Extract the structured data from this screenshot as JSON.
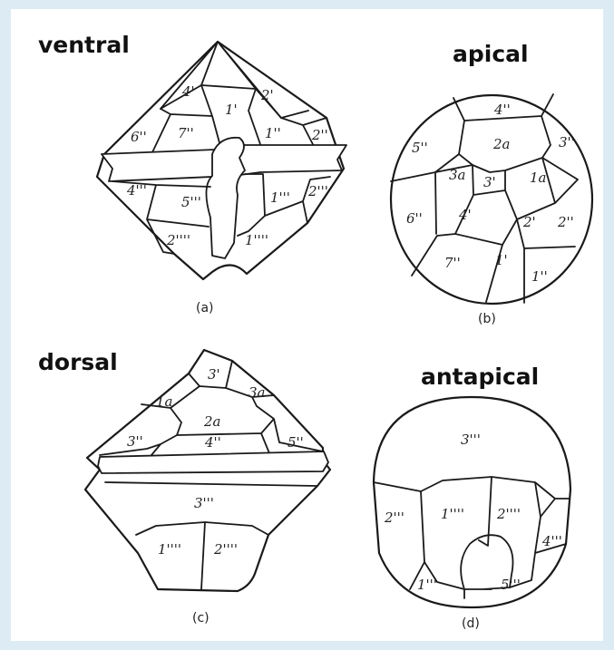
{
  "views": {
    "ventral": {
      "title": "ventral",
      "caption": "(a)",
      "plates": [
        "4'",
        "1'",
        "2'",
        "6''",
        "7''",
        "1''",
        "2''",
        "4'''",
        "5'''",
        "1'''",
        "2'''",
        "2''''",
        "1''''"
      ]
    },
    "apical": {
      "title": "apical",
      "caption": "(b)",
      "plates": [
        "4''",
        "5''",
        "2a",
        "3''",
        "3a",
        "3'",
        "1a",
        "6''",
        "4'",
        "2'",
        "2''",
        "7''",
        "1'",
        "1''"
      ]
    },
    "dorsal": {
      "title": "dorsal",
      "caption": "(c)",
      "plates": [
        "3'",
        "1a",
        "3a",
        "2a",
        "3''",
        "4''",
        "5''",
        "3'''",
        "1''''",
        "2''''"
      ]
    },
    "antapical": {
      "title": "antapical",
      "caption": "(d)",
      "plates": [
        "3'''",
        "2'''",
        "1''''",
        "2''''",
        "4'''",
        "1'''",
        "5'''"
      ]
    }
  }
}
